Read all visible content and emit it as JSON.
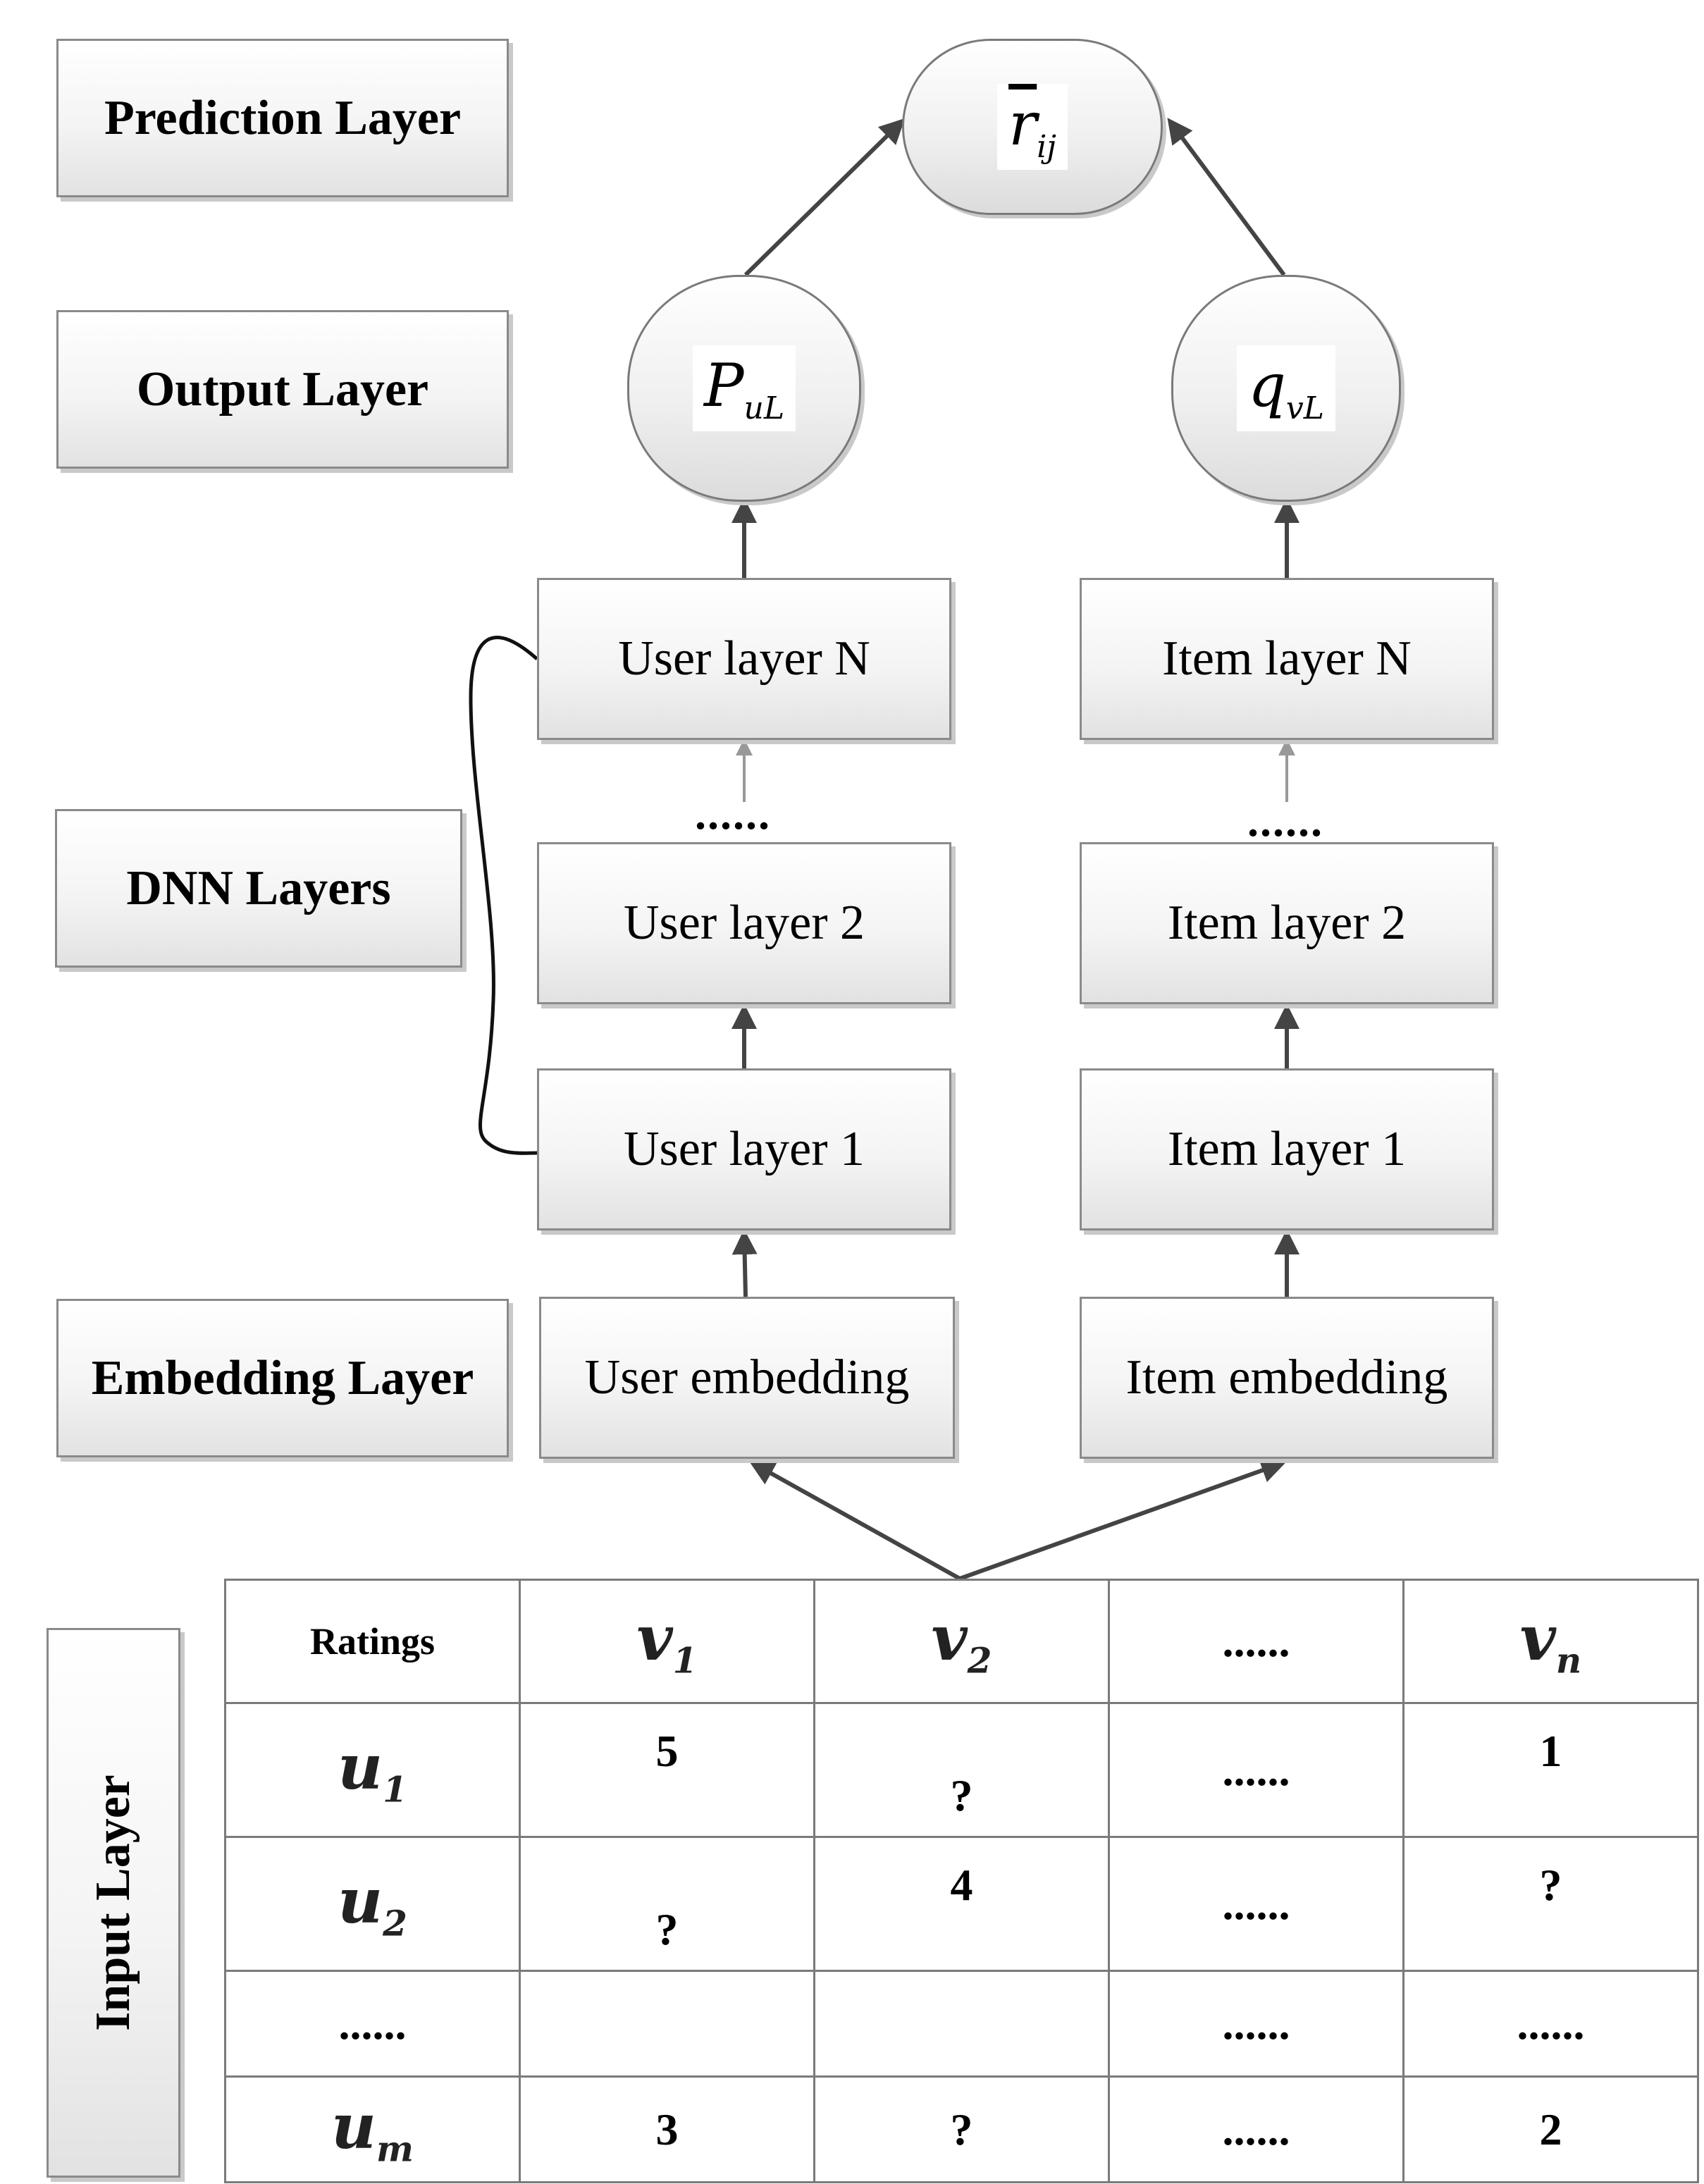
{
  "layer_labels": {
    "prediction": "Prediction Layer",
    "output": "Output Layer",
    "dnn": "DNN Layers",
    "embedding": "Embedding Layer",
    "input": "Input Layer"
  },
  "nodes": {
    "prediction": {
      "symbol": "r",
      "subscript": "ij"
    },
    "user_output": {
      "symbol": "P",
      "subscript": "uL"
    },
    "item_output": {
      "symbol": "q",
      "subscript": "vL"
    }
  },
  "user_tower": {
    "layer_n": "User layer N",
    "ellipsis": "......",
    "layer_2": "User layer 2",
    "layer_1": "User layer 1",
    "embedding": "User embedding"
  },
  "item_tower": {
    "layer_n": "Item layer N",
    "ellipsis": "......",
    "layer_2": "Item layer 2",
    "layer_1": "Item layer 1",
    "embedding": "Item embedding"
  },
  "ratings_table": {
    "corner": "Ratings",
    "columns": [
      {
        "symbol": "v",
        "subscript": "1"
      },
      {
        "symbol": "v",
        "subscript": "2"
      },
      {
        "text": "......"
      },
      {
        "symbol": "v",
        "subscript": "n"
      }
    ],
    "rows": [
      {
        "symbol": "u",
        "subscript": "1",
        "cells": [
          "5",
          "?",
          "......",
          "1"
        ]
      },
      {
        "symbol": "u",
        "subscript": "2",
        "cells": [
          "?",
          "4",
          "......",
          "?"
        ]
      },
      {
        "text": "......",
        "cells": [
          "",
          "",
          "......",
          "......"
        ]
      },
      {
        "symbol": "u",
        "subscript": "m",
        "cells": [
          "3",
          "?",
          "......",
          "2"
        ]
      }
    ]
  }
}
